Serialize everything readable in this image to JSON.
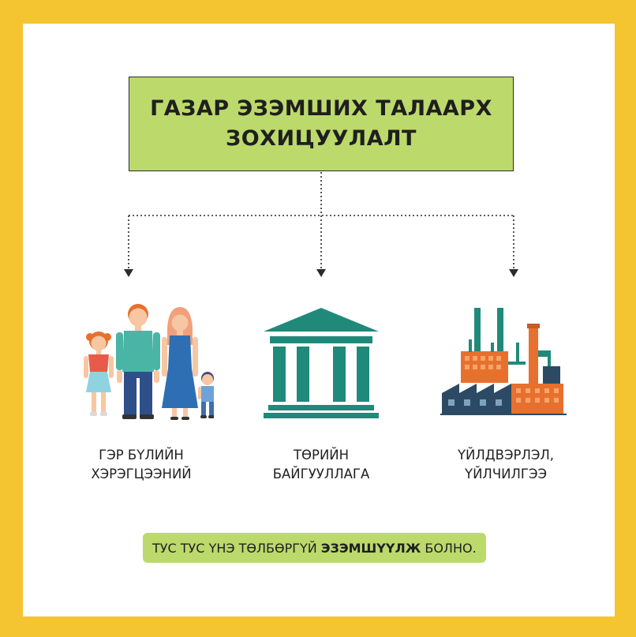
{
  "colors": {
    "frame": "#f4c531",
    "accent": "#bcd96b",
    "teal": "#1f8a7a",
    "orange": "#e8702e"
  },
  "title": {
    "line1": "ГАЗАР ЭЗЭМШИХ ТАЛААРХ",
    "line2": "ЗОХИЦУУЛАЛТ"
  },
  "branches": [
    {
      "icon": "family-icon",
      "line1": "ГЭР БҮЛИЙН",
      "line2": "ХЭРЭГЦЭЭНИЙ"
    },
    {
      "icon": "government-building-icon",
      "line1": "ТӨРИЙН",
      "line2": "БАЙГУУЛЛАГА"
    },
    {
      "icon": "factory-icon",
      "line1": "ҮЙЛДВЭРЛЭЛ,",
      "line2": "ҮЙЛЧИЛГЭЭ"
    }
  ],
  "note": {
    "prefix": "ТУС ТУС ҮНЭ ТӨЛБӨРГҮЙ",
    "emphasis": "ЭЗЭМШҮҮЛЖ",
    "suffix": "БОЛНО."
  }
}
